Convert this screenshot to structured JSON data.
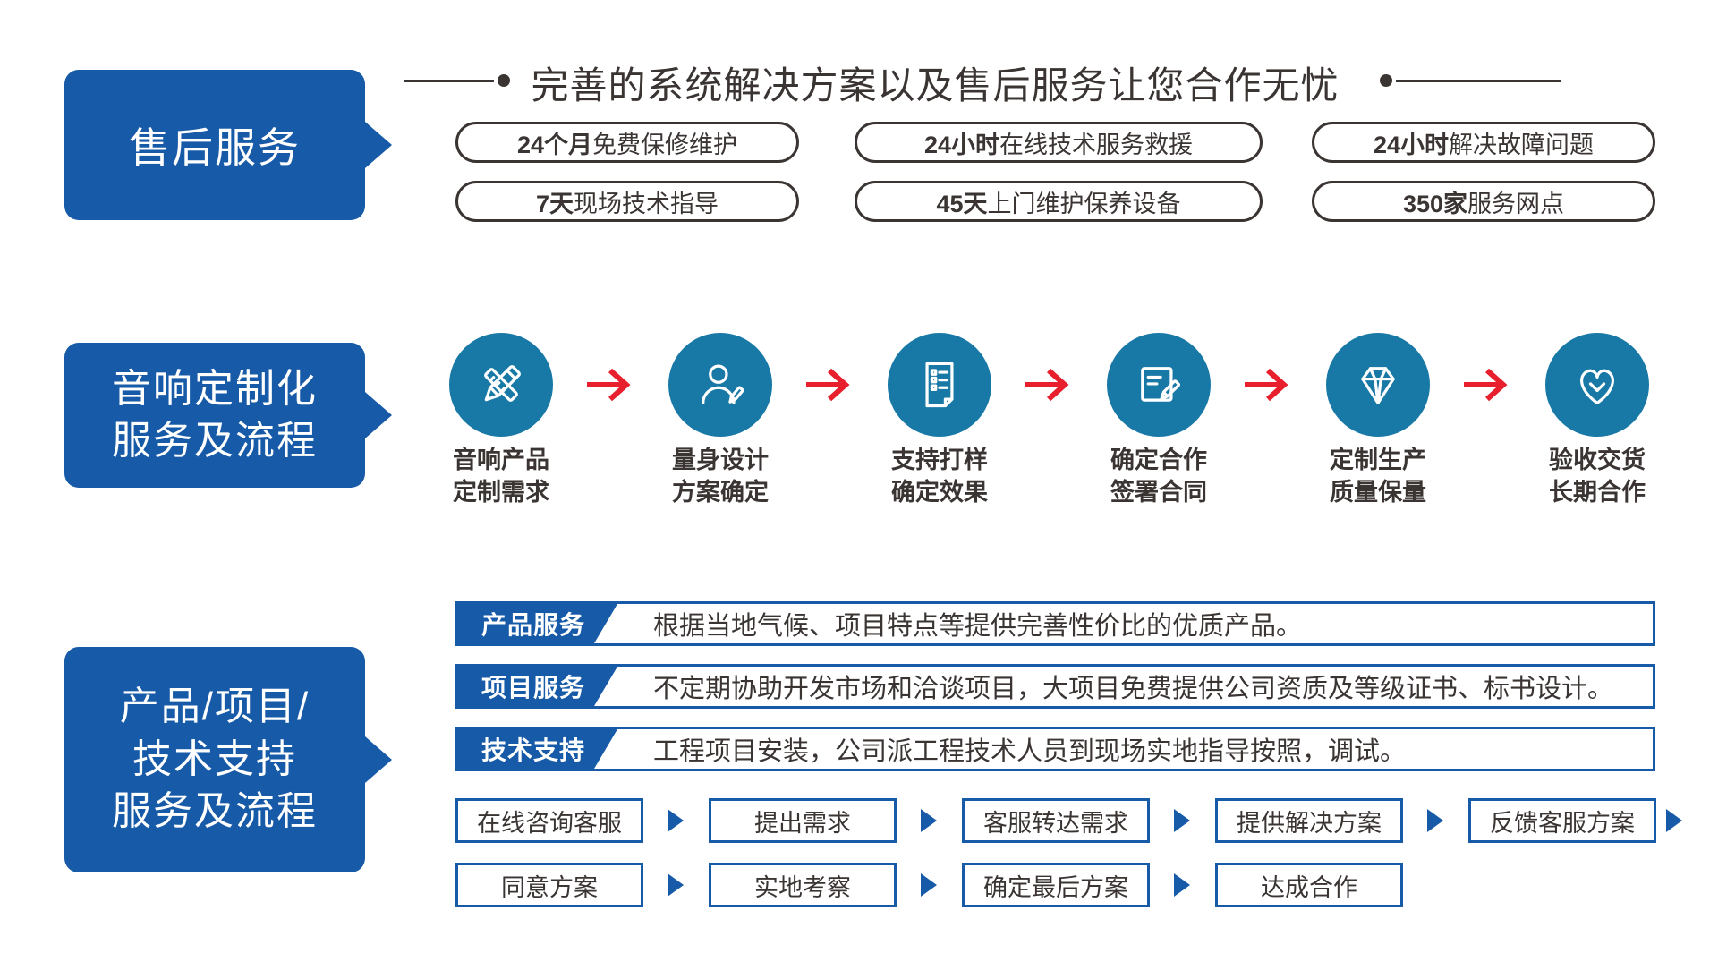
{
  "colors": {
    "primary_blue": "#175AA7",
    "circle_teal": "#1878A6",
    "arrow_red": "#E8202D",
    "text_dark": "#3A3432"
  },
  "section1": {
    "badge_label": "售后服务",
    "title": "完善的系统解决方案以及售后服务让您合作无忧",
    "pills": [
      {
        "bold": "24个月",
        "rest": "免费保修维护"
      },
      {
        "bold": "24小时",
        "rest": "在线技术服务救援"
      },
      {
        "bold": "24小时",
        "rest": "解决故障问题"
      },
      {
        "bold": "7天",
        "rest": "现场技术指导"
      },
      {
        "bold": "45天",
        "rest": "上门维护保养设备"
      },
      {
        "bold": "350家",
        "rest": "服务网点"
      }
    ]
  },
  "section2": {
    "badge_line1": "音响定制化",
    "badge_line2": "服务及流程",
    "steps": [
      {
        "icon": "design-tools-icon",
        "line1": "音响产品",
        "line2": "定制需求"
      },
      {
        "icon": "designer-person-icon",
        "line1": "量身设计",
        "line2": "方案确定"
      },
      {
        "icon": "sample-document-icon",
        "line1": "支持打样",
        "line2": "确定效果"
      },
      {
        "icon": "contract-signing-icon",
        "line1": "确定合作",
        "line2": "签署合同"
      },
      {
        "icon": "diamond-icon",
        "line1": "定制生产",
        "line2": "质量保量"
      },
      {
        "icon": "handshake-heart-icon",
        "line1": "验收交货",
        "line2": "长期合作"
      }
    ]
  },
  "section3": {
    "badge_line1": "产品/项目/",
    "badge_line2": "技术支持",
    "badge_line3": "服务及流程",
    "rows": [
      {
        "label": "产品服务",
        "desc": "根据当地气候、项目特点等提供完善性价比的优质产品。"
      },
      {
        "label": "项目服务",
        "desc": "不定期协助开发市场和洽谈项目，大项目免费提供公司资质及等级证书、标书设计。"
      },
      {
        "label": "技术支持",
        "desc": "工程项目安装，公司派工程技术人员到现场实地指导按照，调试。"
      }
    ],
    "flow_row1": [
      "在线咨询客服",
      "提出需求",
      "客服转达需求",
      "提供解决方案",
      "反馈客服方案"
    ],
    "flow_row2": [
      "同意方案",
      "实地考察",
      "确定最后方案",
      "达成合作"
    ]
  }
}
